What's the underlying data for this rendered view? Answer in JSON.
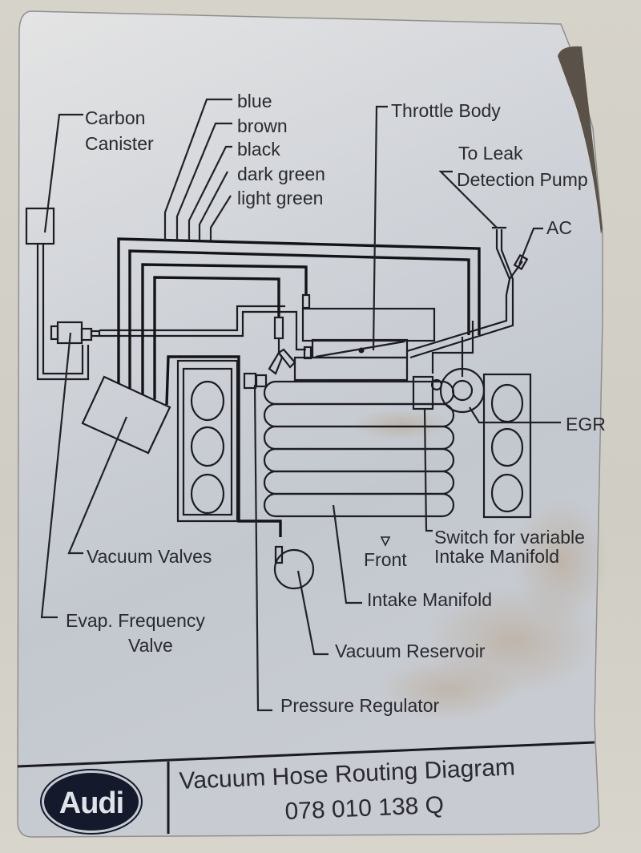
{
  "diagram": {
    "labels": {
      "carbon_canister_line1": "Carbon",
      "carbon_canister_line2": "Canister",
      "throttle_body": "Throttle Body",
      "leak_pump_line1": "To Leak",
      "leak_pump_line2": "Detection Pump",
      "ac": "AC",
      "egr": "EGR",
      "switch_line1": "Switch for variable",
      "switch_line2": "Intake Manifold",
      "front": "Front",
      "intake_manifold": "Intake Manifold",
      "vacuum_valves": "Vacuum Valves",
      "evap_line1": "Evap. Frequency",
      "evap_line2": "Valve",
      "vacuum_reservoir": "Vacuum Reservoir",
      "pressure_regulator": "Pressure Regulator"
    },
    "hose_colors": [
      {
        "name": "blue"
      },
      {
        "name": "brown"
      },
      {
        "name": "black"
      },
      {
        "name": "dark green"
      },
      {
        "name": "light green"
      }
    ]
  },
  "footer": {
    "logo": "Audi",
    "title": "Vacuum Hose Routing Diagram",
    "part_number": "078 010 138 Q"
  },
  "colors": {
    "sticker": "#c9cdd3",
    "ink": "#1a1a20",
    "logo_bg": "#141a2c"
  }
}
